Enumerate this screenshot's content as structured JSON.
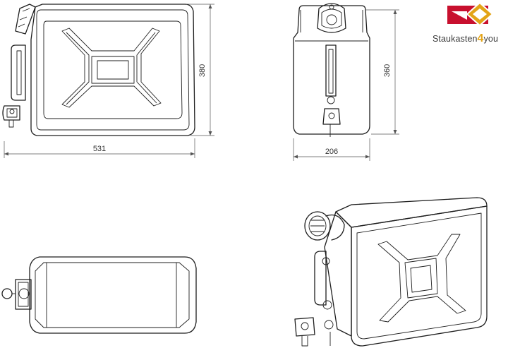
{
  "dimensions": {
    "width_side": "531",
    "height_side": "380",
    "height_front": "360",
    "width_front": "206"
  },
  "logo": {
    "text_before": "Staukasten",
    "text_number": "4",
    "text_after": "you",
    "color_red": "#c8102e",
    "color_orange": "#e3a417"
  },
  "views": [
    "side-view",
    "front-view",
    "top-view",
    "isometric-view"
  ]
}
